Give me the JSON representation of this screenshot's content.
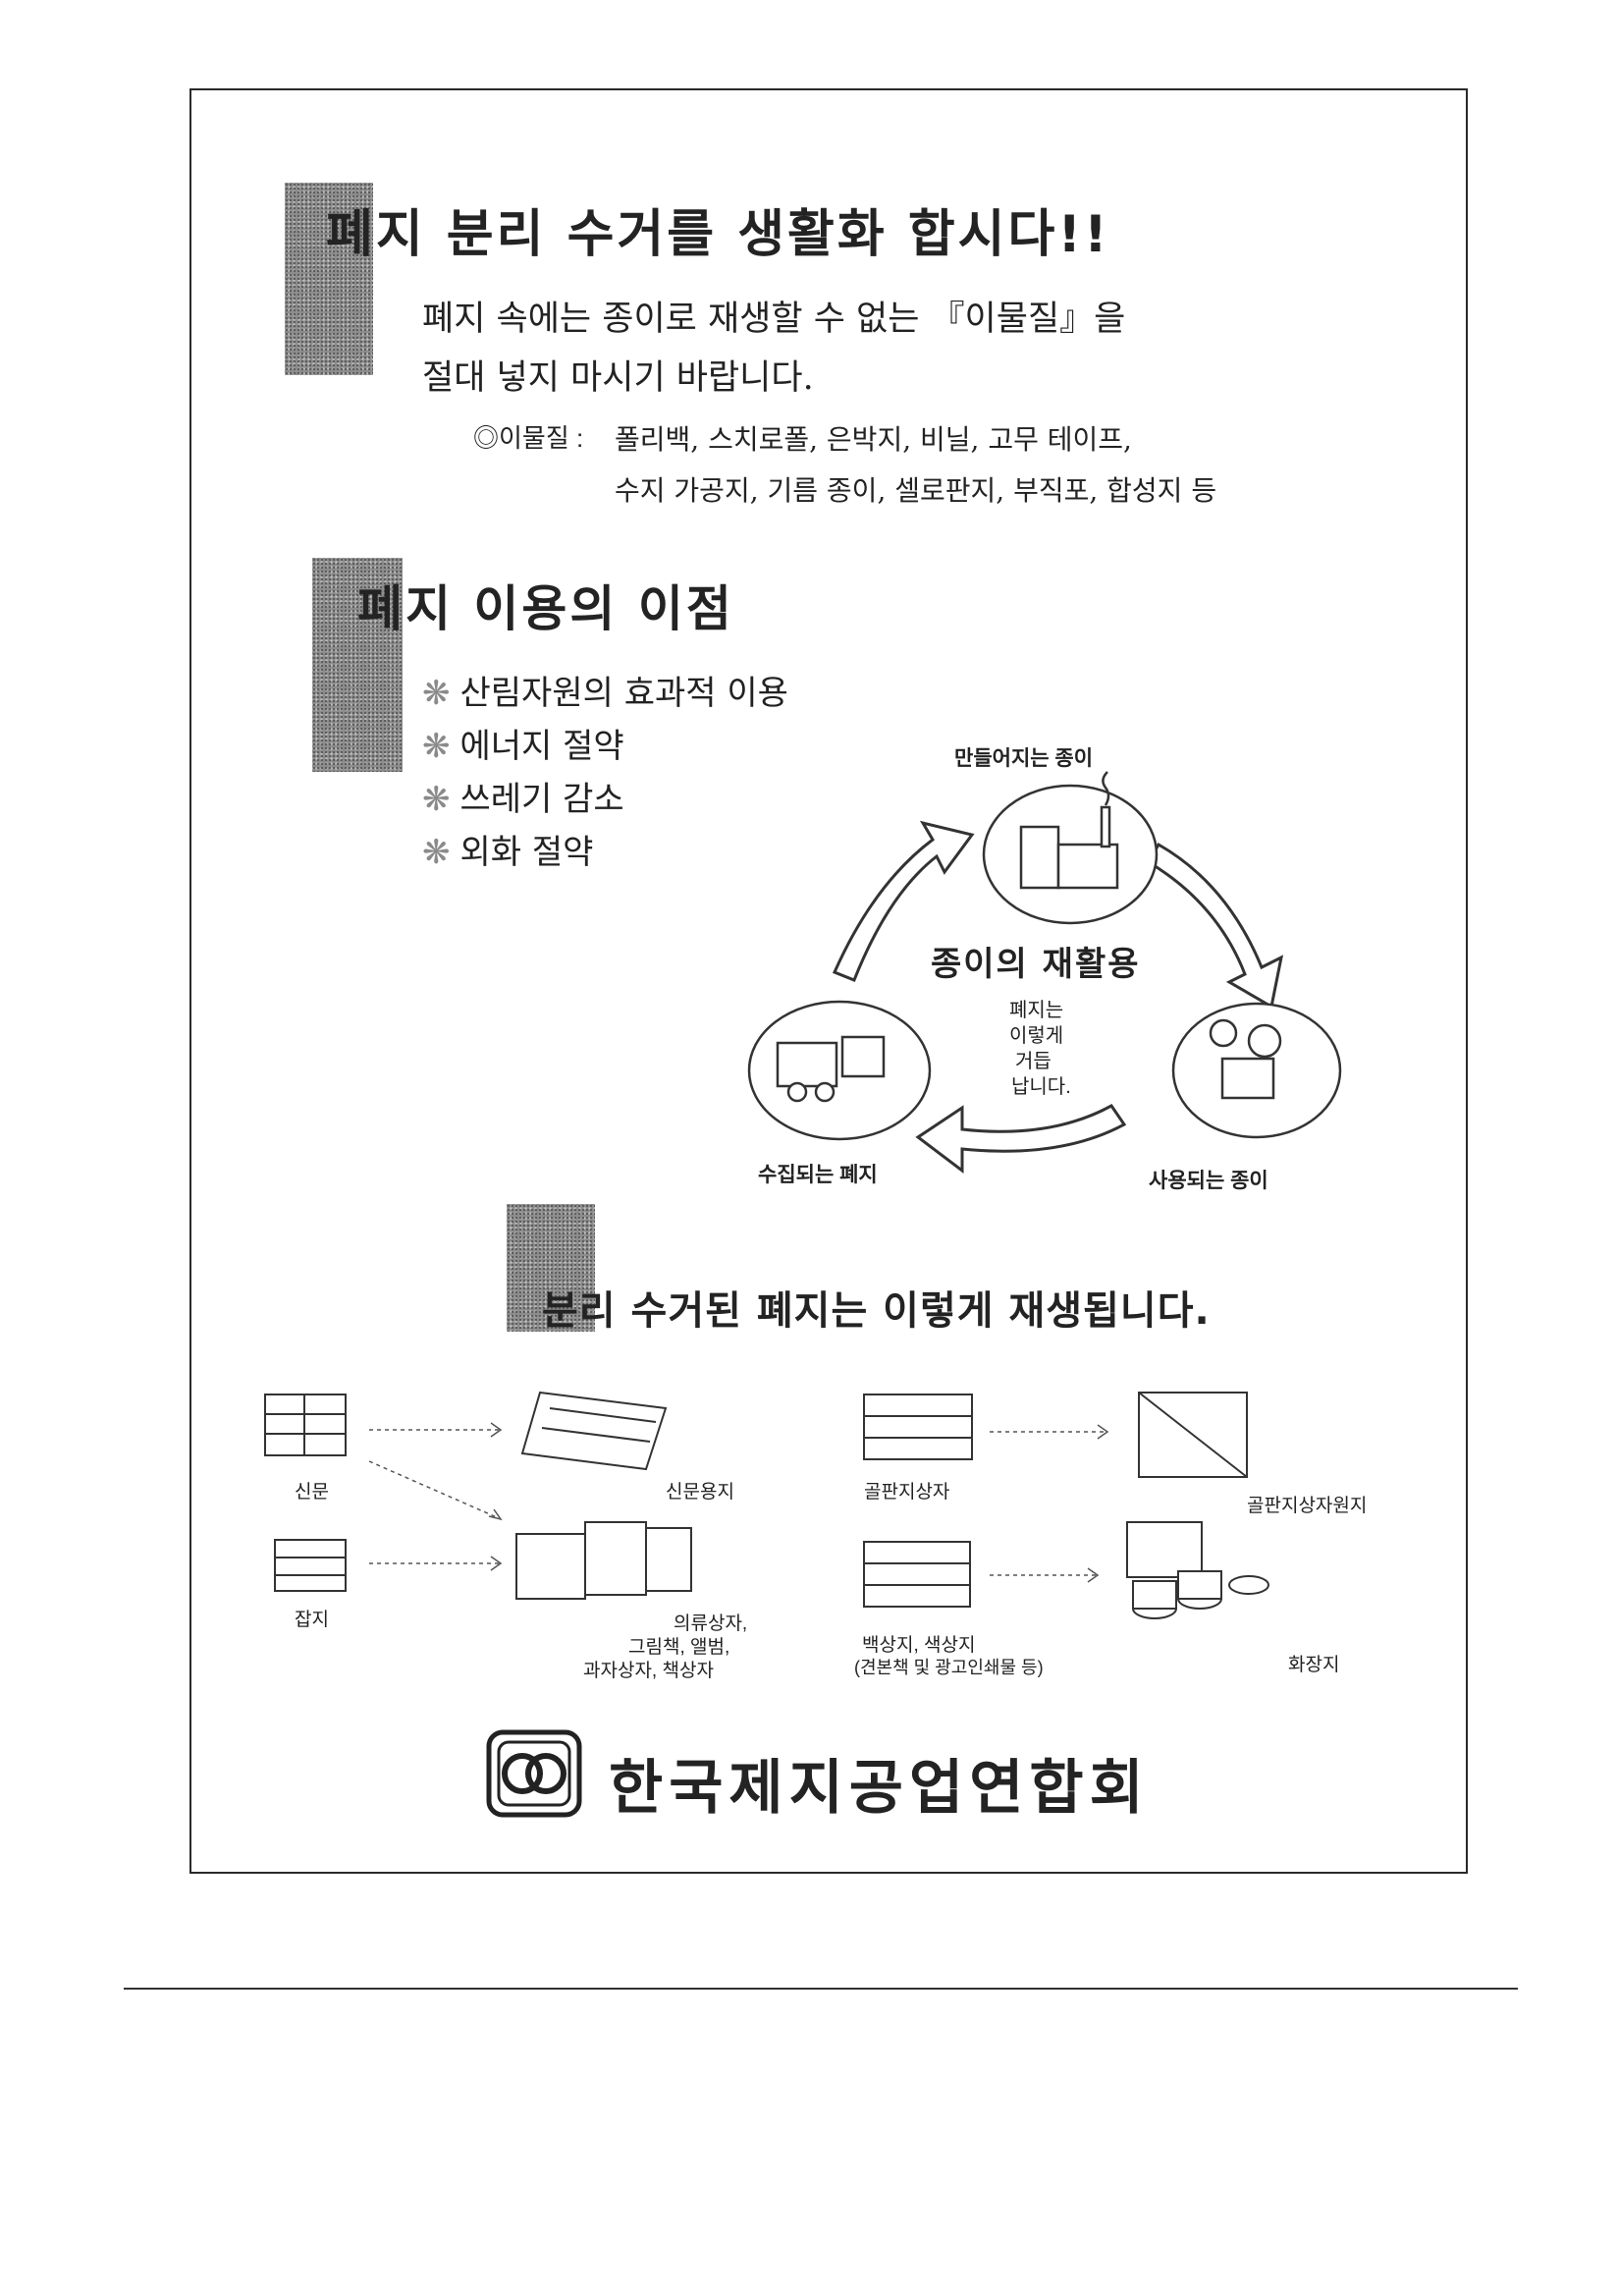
{
  "section1": {
    "title": "폐지 분리 수거를 생활화 합시다!!",
    "line1": "폐지 속에는 종이로 재생할 수 없는 『이물질』을",
    "line2": "절대 넣지 마시기 바랍니다.",
    "impurity_label": "◎이물질 :",
    "impurity_line1": "폴리백, 스치로폴, 은박지, 비닐, 고무 테이프,",
    "impurity_line2": "수지 가공지, 기름 종이, 셀로판지, 부직포, 합성지 등"
  },
  "section2": {
    "title": "폐지 이용의 이점",
    "bullet_glyph": "❋",
    "items": [
      "산림자원의 효과적 이용",
      "에너지 절약",
      "쓰레기 감소",
      "외화 절약"
    ]
  },
  "cycle": {
    "center_title": "종이의 재활용",
    "center_sub": [
      "폐지는",
      "이렇게",
      "거듭",
      "납니다."
    ],
    "made": "만들어지는 종이",
    "used": "사용되는 종이",
    "collected": "수집되는 폐지"
  },
  "section3": {
    "title": "분리 수거된 폐지는 이렇게 재생됩니다.",
    "source_newspaper": "신문",
    "source_magazine": "잡지",
    "product_newsprint": "신문용지",
    "product_boxes": [
      "의류상자,",
      "그림책, 앨범,",
      "과자상자, 책상자"
    ],
    "source_cardboard": "골판지상자",
    "product_cardboard": "골판지상자원지",
    "source_white": [
      "백상지, 색상지",
      "(견본책 및 광고인쇄물 등)"
    ],
    "product_tissue": "화장지"
  },
  "footer": {
    "org_name": "한국제지공업연합회"
  }
}
